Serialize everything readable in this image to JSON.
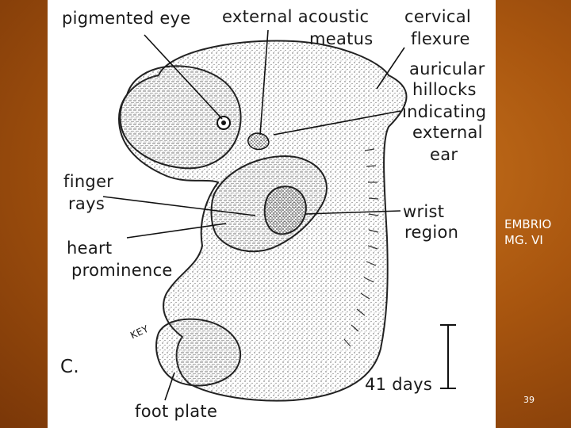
{
  "slide": {
    "side_caption": "EMBRIO\nMG. VI",
    "page_number": "39"
  },
  "figure": {
    "labels": {
      "pigmented_eye": "pigmented eye",
      "external_acoustic_meatus_line1": "external  acoustic",
      "external_acoustic_meatus_line2": "meatus",
      "cervical_flexure_line1": "cervical",
      "cervical_flexure_line2": "flexure",
      "auricular_line1": "auricular",
      "auricular_line2": "hillocks",
      "auricular_line3": "indicating",
      "auricular_line4": "external",
      "auricular_line5": "ear",
      "finger_rays_line1": "finger",
      "finger_rays_line2": "rays",
      "wrist_region_line1": "wrist",
      "wrist_region_line2": "region",
      "heart_prominence_line1": "heart",
      "heart_prominence_line2": "prominence",
      "panel_letter": "C.",
      "scale_label": "41 days",
      "foot_plate": "foot plate",
      "artist_signature": "KEY"
    }
  }
}
